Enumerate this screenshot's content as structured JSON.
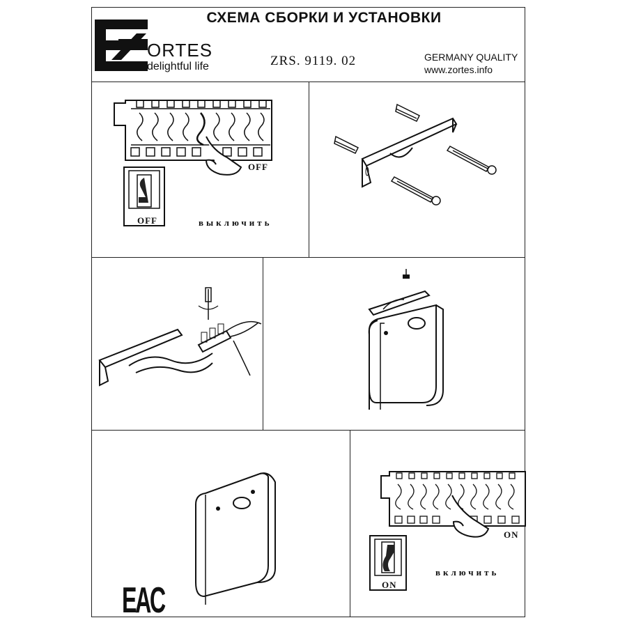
{
  "header": {
    "title": "СХЕМА СБОРКИ И УСТАНОВКИ",
    "brand_name": "ORTES",
    "tagline": "delightful life",
    "model": "ZRS. 9119. 02",
    "quality": "GERMANY QUALITY",
    "website": "www.zortes.info"
  },
  "step1": {
    "breaker_label": "OFF",
    "switch_label": "OFF",
    "action": "выключить"
  },
  "step6": {
    "breaker_label": "ON",
    "switch_label": "ON",
    "action": "включить"
  },
  "certification": "EAC"
}
